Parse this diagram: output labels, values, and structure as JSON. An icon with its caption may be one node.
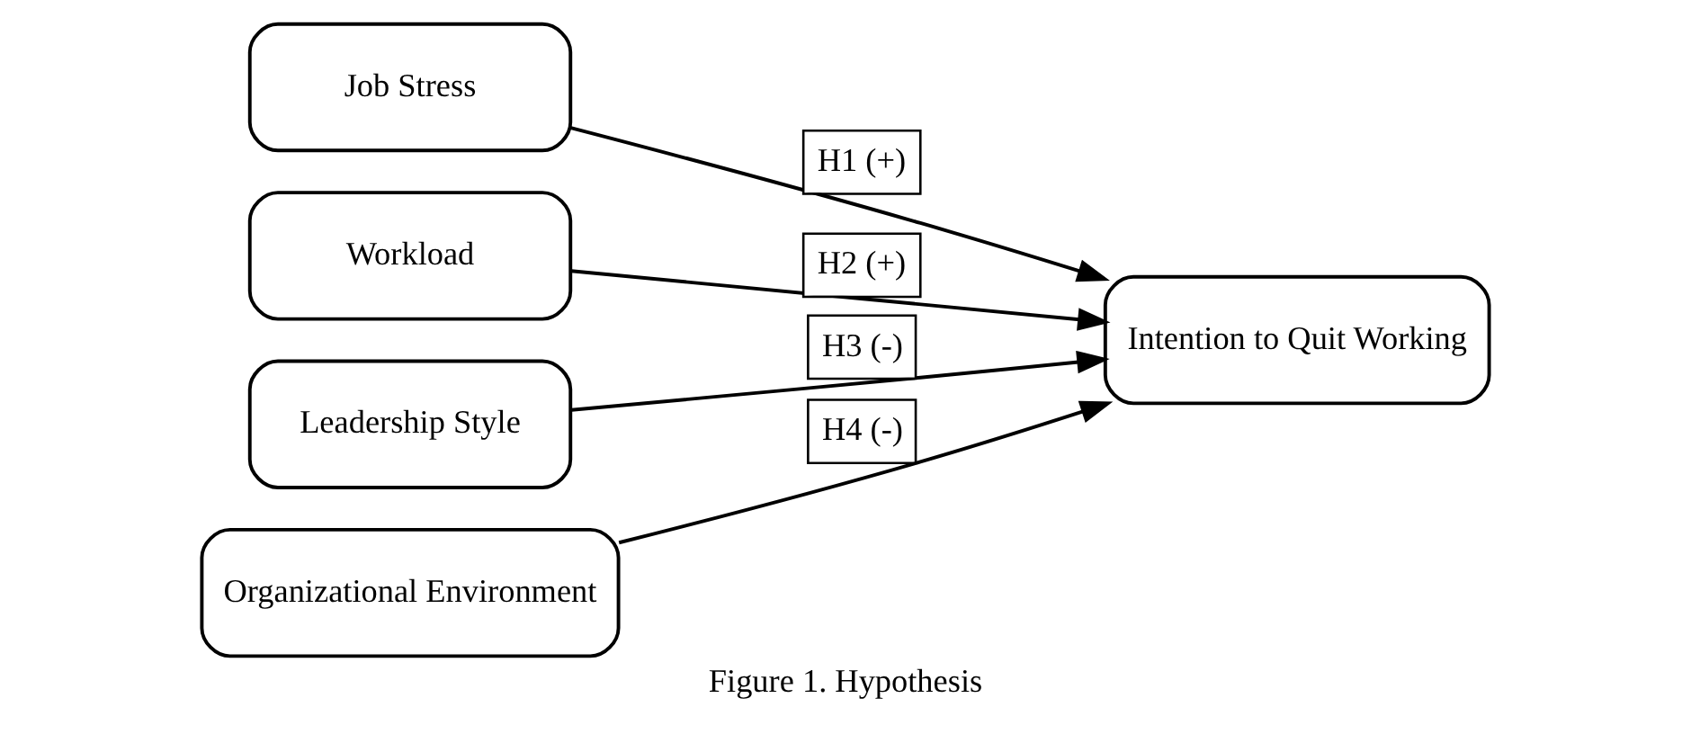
{
  "diagram": {
    "caption": "Figure 1. Hypothesis",
    "nodes": [
      {
        "text": [
          "Job Stress"
        ]
      },
      {
        "text": [
          "Workload"
        ]
      },
      {
        "text": [
          "Leadership Style"
        ]
      },
      {
        "text": [
          "Organizational Environment"
        ]
      },
      {
        "text": [
          "Intention to Quit Working"
        ]
      }
    ],
    "edges": [
      {
        "from": 0,
        "to": 4,
        "arrow": "to",
        "label": "H1 (+)"
      },
      {
        "from": 1,
        "to": 4,
        "arrow": "to",
        "label": "H2 (+)"
      },
      {
        "from": 2,
        "to": 4,
        "arrow": "to",
        "label": "H3 (-)"
      },
      {
        "from": 3,
        "to": 4,
        "arrow": "to",
        "label": "H4 (-)"
      }
    ]
  }
}
